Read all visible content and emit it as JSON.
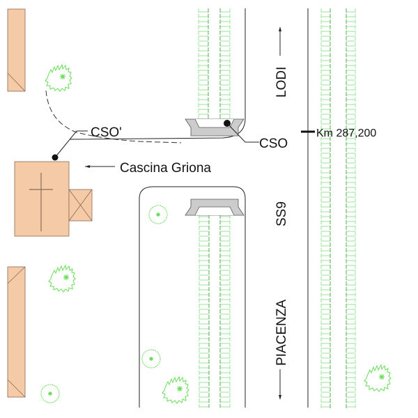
{
  "labels": {
    "cso_prime": "CSO'",
    "cso": "CSO",
    "cascina": "Cascina Griona",
    "km": "Km 287,200",
    "lodi": "LODI",
    "ss9": "SS9",
    "piacenza": "PIACENZA"
  },
  "colors": {
    "building_fill": "#f5cba7",
    "building_stroke": "#8a6a55",
    "vegetation": "#66dd55",
    "hedge": "#99e699",
    "culvert_fill": "#cccccc",
    "line": "#222222"
  }
}
